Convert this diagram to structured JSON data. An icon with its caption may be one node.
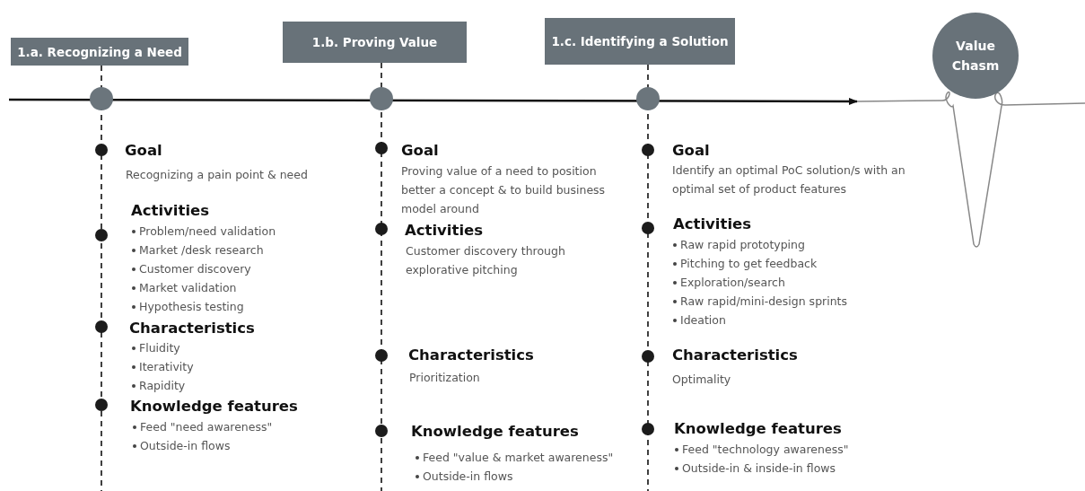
{
  "diagram": {
    "nodes": [
      {
        "text": [
          "1.a. Recognizing a Need"
        ]
      },
      {
        "text": [
          "1.b. Proving Value"
        ]
      },
      {
        "text": [
          "1.c. Identifying a Solution"
        ]
      },
      {
        "text": [
          "Value Chasm"
        ]
      }
    ],
    "labels": [
      "Goal",
      "Recognizing a pain point & need",
      "Activities",
      "Problem/need validation",
      "Market /desk research",
      "Customer discovery",
      "Market validation",
      "Hypothesis testing",
      "Characteristics",
      "Fluidity",
      "Iterativity",
      "Rapidity",
      "Knowledge features",
      "Feed \"need awareness\"",
      "Outside-in flows",
      "Goal",
      "Proving value of a need to position better a concept & to build business model around",
      "Activities",
      "Customer discovery through explorative pitching",
      "Characteristics",
      "Prioritization",
      "Knowledge features",
      "Feed \"value & market awareness\"",
      "Outside-in flows",
      "Goal",
      "Identify an optimal PoC solution/s with an optimal set of product features",
      "Activities",
      "Raw rapid prototyping",
      "Pitching to get feedback",
      "Exploration/search",
      "Raw rapid/mini-design sprints",
      "Ideation",
      "Characteristics",
      "Optimality",
      "Knowledge features",
      "Feed \"technology awareness\"",
      "Outside-in & inside-in flows"
    ]
  }
}
